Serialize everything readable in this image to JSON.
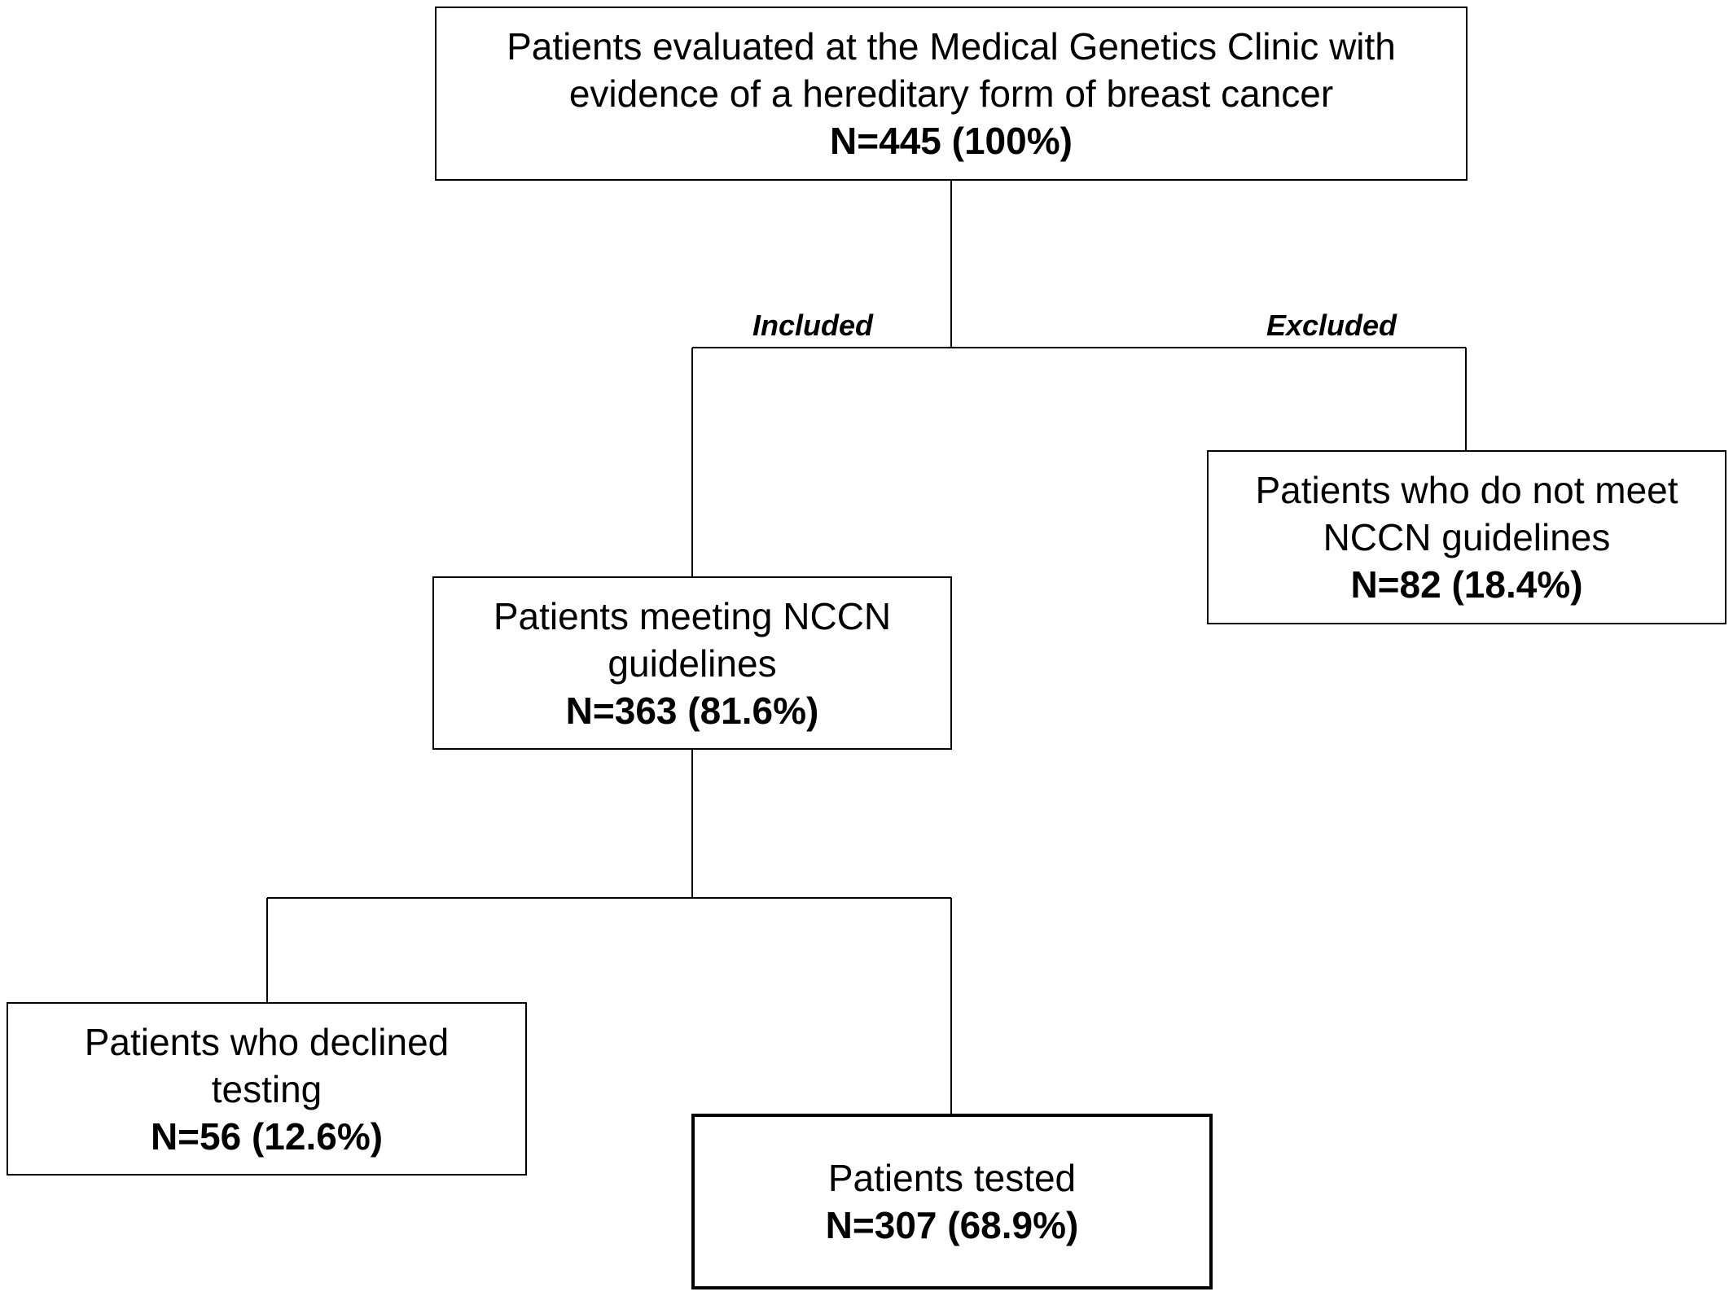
{
  "nodes": {
    "evaluated": {
      "text": "Patients evaluated at the Medical Genetics Clinic with\nevidence of a hereditary form of breast cancer",
      "count": "N=445 (100%)"
    },
    "meeting": {
      "text": "Patients meeting NCCN\nguidelines",
      "count": "N=363 (81.6%)"
    },
    "not_meeting": {
      "text": "Patients who do not meet\nNCCN guidelines",
      "count": "N=82 (18.4%)"
    },
    "declined": {
      "text": "Patients who declined\ntesting",
      "count": "N=56 (12.6%)"
    },
    "tested": {
      "text": "Patients tested",
      "count": "N=307 (68.9%)"
    }
  },
  "branches": {
    "included": "Included",
    "excluded": "Excluded"
  }
}
